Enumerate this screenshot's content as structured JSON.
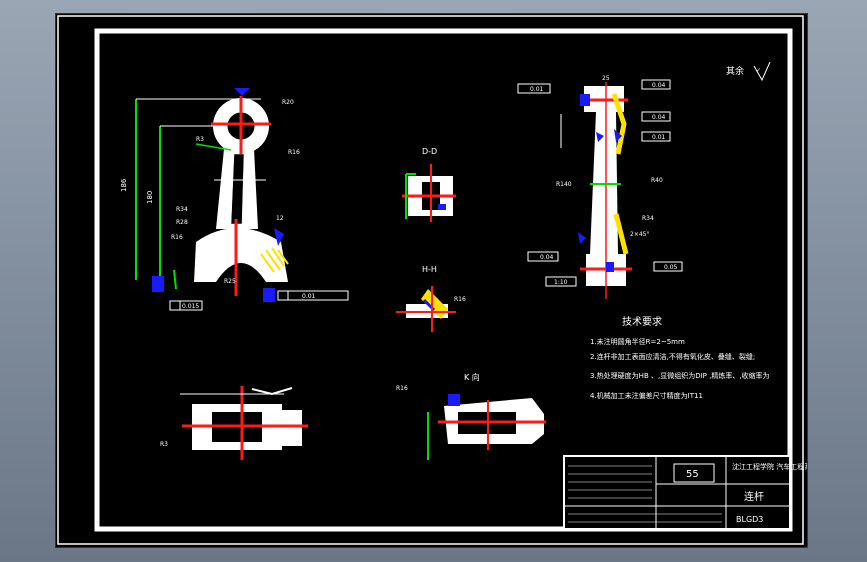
{
  "drawing": {
    "title": "技术要求",
    "part_name": "连杆",
    "part_number": "55",
    "drawing_no": "BLGD3",
    "school": "沈江工程学院 汽车工程系",
    "roughness_note": "其余",
    "section_dd": "D-D",
    "section_hh": "H-H",
    "view_k": "K 向",
    "requirements": [
      "1.未注明圆角半径R=2~5mm",
      "2.连杆非加工表面应清洁,不得有氧化皮、叠缝、裂缝;",
      "3.热处理硬度为HB 、,显微组织为DIP ,精炼率、,收缩率为",
      "4.机械加工未注偏差尺寸精度为IT11"
    ],
    "dims": {
      "r20": "R20",
      "r3": "R3",
      "r16": "R16",
      "r34": "R34",
      "r28": "R28",
      "r25": "R25",
      "r140": "R140",
      "r40": "R40",
      "h186": "186",
      "h180": "180",
      "d12": "12",
      "d25": "25",
      "chamfer": "2×45°",
      "tol1": "0.015",
      "tol2": "0.01",
      "tol3": "0.04",
      "tol4": "0.05",
      "tol5": "1:10"
    }
  }
}
